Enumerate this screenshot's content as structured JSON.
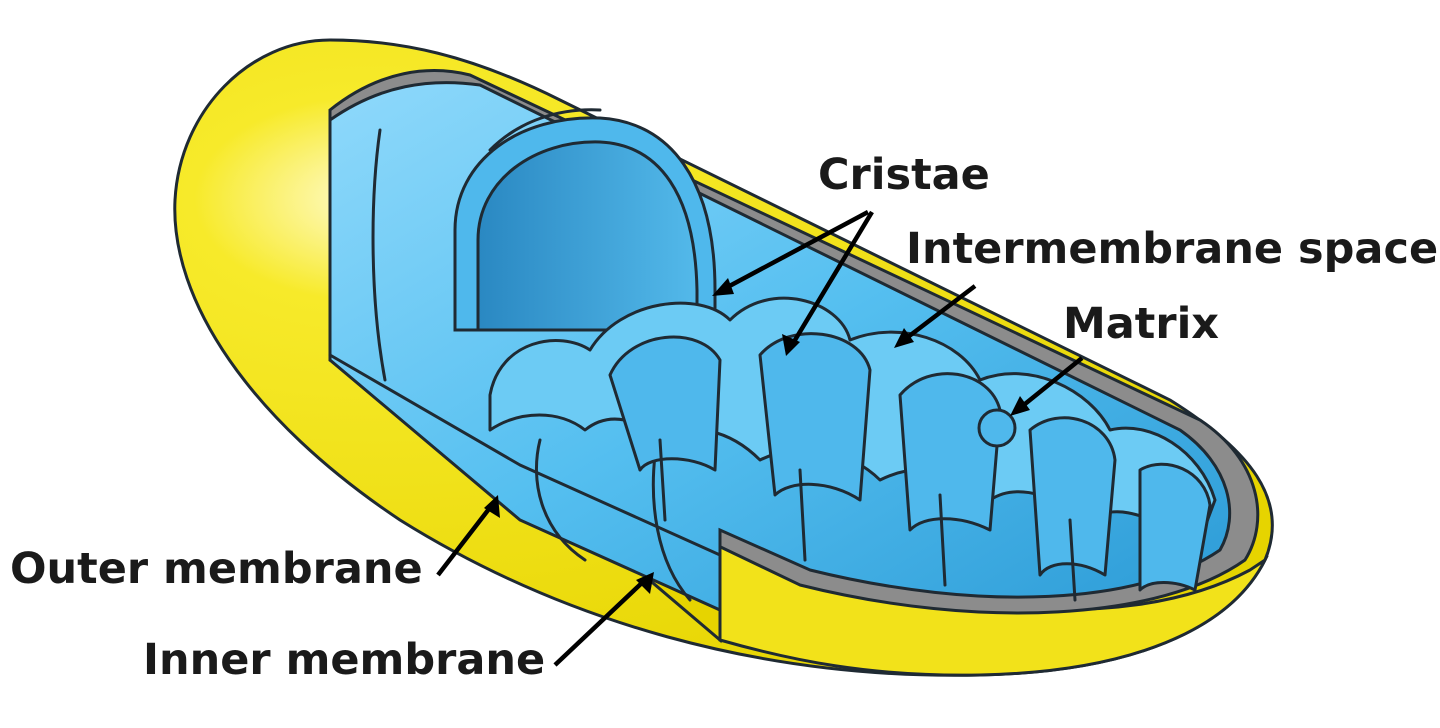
{
  "labels": {
    "cristae": "Cristae",
    "intermembrane_space": "Intermembrane space",
    "matrix": "Matrix",
    "outer_membrane": "Outer membrane",
    "inner_membrane": "Inner membrane"
  },
  "colors": {
    "outer_membrane": "#f5e61a",
    "outer_membrane_shadow": "#d9c800",
    "inner_membrane": "#5cc3f0",
    "inner_membrane_dark": "#2a9fd8",
    "intermembrane_space": "#8c8c8c",
    "background": "#ffffff"
  }
}
